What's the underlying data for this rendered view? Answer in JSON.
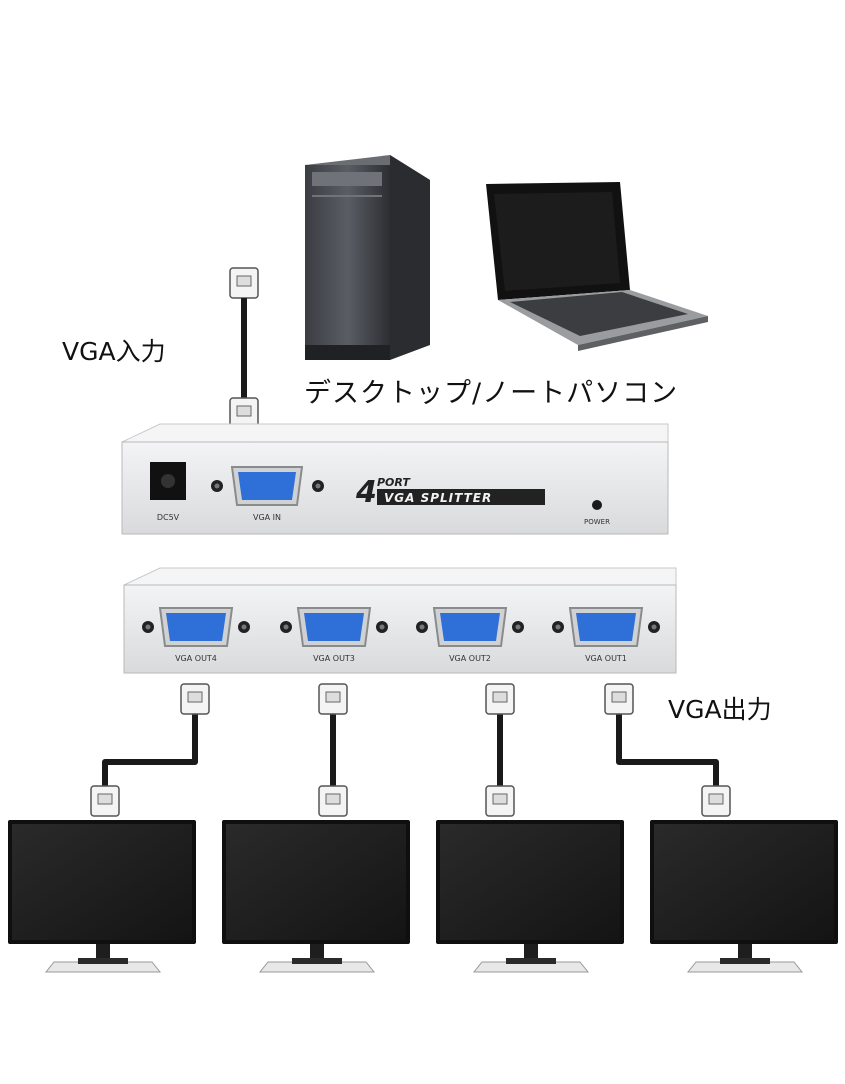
{
  "labels": {
    "vga_input": "VGA入力",
    "source_devices": "デスクトップ/ノートパソコン",
    "vga_output": "VGA出力"
  },
  "splitter_front": {
    "power_jack_label": "DC5V",
    "input_port_label": "VGA IN",
    "logo_number": "4",
    "logo_port": "PORT",
    "logo_product": "VGA SPLITTER",
    "power_led_label": "POWER"
  },
  "splitter_back": {
    "output_ports": [
      "VGA OUT4",
      "VGA OUT3",
      "VGA OUT2",
      "VGA OUT1"
    ]
  },
  "colors": {
    "port_blue": "#2f6fd8",
    "chassis": "#e6e7e9",
    "monitor": "#1b1b1b"
  }
}
